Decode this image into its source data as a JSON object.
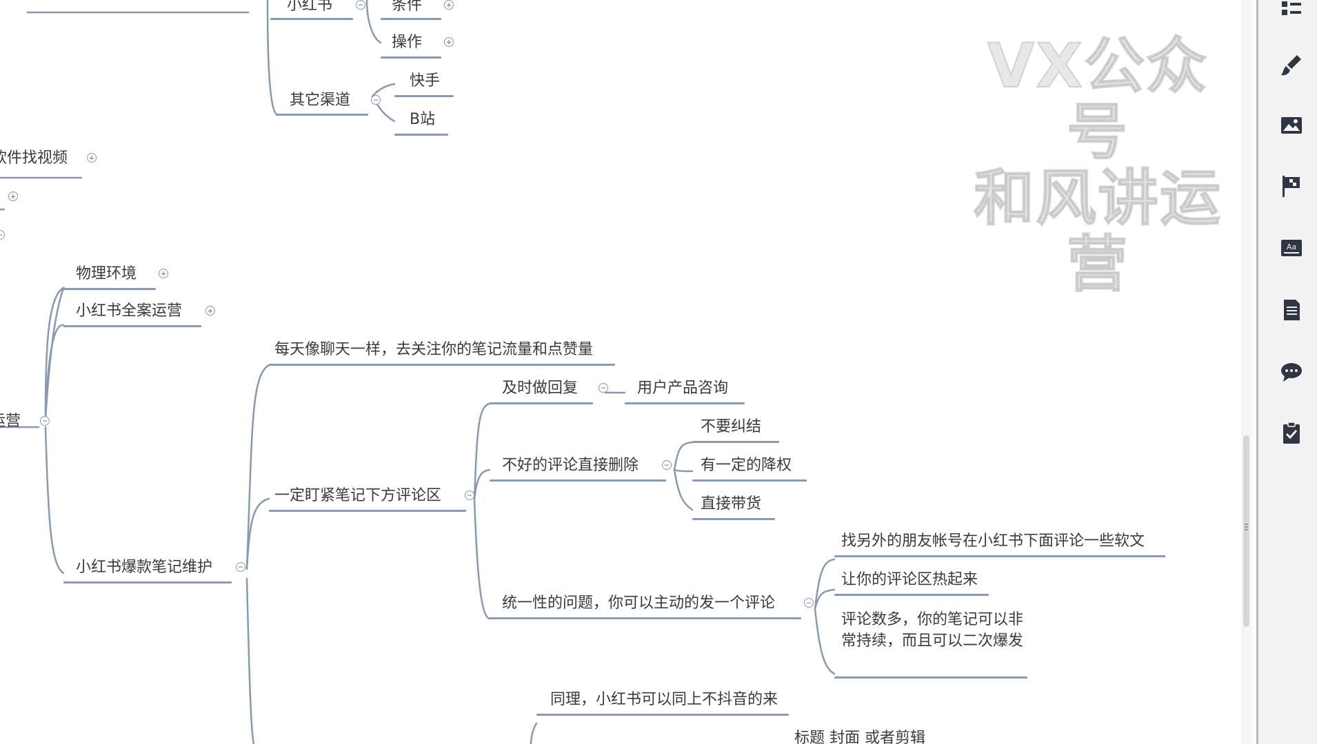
{
  "mindmap": {
    "nodes": {
      "xiaohongshu_top": "小红书",
      "tiaojian": "条件",
      "caozuo": "操作",
      "kuaishou": "快手",
      "qita_qudao": "其它渠道",
      "bzhan": "B站",
      "ruanjian_zhao_shipin": "软件找视频",
      "yunying_partial": "运营",
      "wuli_huanjing": "物理环境",
      "quan_an_yunying": "小红书全案运营",
      "meitian": "每天像聊天一样，去关注你的笔记流量和点赞量",
      "jishi_huifu": "及时做回复",
      "yonghu_zixun": "用户产品咨询",
      "buyao_jiujie": "不要纠结",
      "bu_hao_pinglun": "不好的评论直接删除",
      "youyiding": "有一定的降权",
      "zhijie_daihuo": "直接带货",
      "yiding_dingjin": "一定盯紧笔记下方评论区",
      "zhao_lingwai": "找另外的朋友帐号在小红书下面评论一些软文",
      "baokuan_weihu": "小红书爆款笔记维护",
      "rang_pinglunqu": "让你的评论区热起来",
      "tongyixing": "统一性的问题，你可以主动的发一个评论",
      "pinglun_shuduo": "评论数多，你的笔记可以非常持续，而且可以二次爆发",
      "tongli": "同理，小红书可以同上不抖音的来",
      "biaoti": "标题 封面 或者剪辑"
    }
  },
  "watermark": {
    "line1": "VX公众号",
    "line2": "和风讲运营"
  },
  "colors": {
    "branch": "#8a99ad",
    "text": "#3a3a3a",
    "sidebar_bg": "#f3f3f3",
    "icon": "#2f3542"
  },
  "sidebar": {
    "icons": [
      "outline-icon",
      "style-brush-icon",
      "image-icon",
      "flag-icon",
      "text-format-icon",
      "note-icon",
      "comment-icon",
      "task-icon"
    ]
  }
}
